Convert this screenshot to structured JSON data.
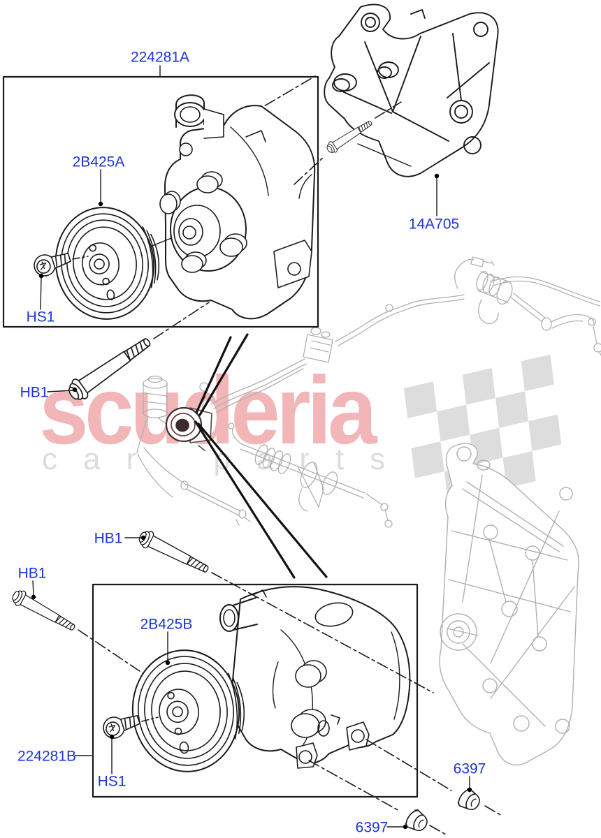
{
  "watermark": {
    "brand": "scuderia",
    "tagline": "car parts"
  },
  "callouts": [
    {
      "part": "pump-assembly-a",
      "label": "224281A"
    },
    {
      "part": "pulley-a",
      "label": "2B425A"
    },
    {
      "part": "mounting-bracket",
      "label": "14A705"
    },
    {
      "part": "pulley-screw-a",
      "label": "HS1"
    },
    {
      "part": "mount-bolt-a",
      "label": "HB1"
    },
    {
      "part": "mount-bolt-b",
      "label": "HB1"
    },
    {
      "part": "mount-bolt-c",
      "label": "HB1"
    },
    {
      "part": "pulley-b",
      "label": "2B425B"
    },
    {
      "part": "pump-assembly-b",
      "label": "224281B"
    },
    {
      "part": "pulley-screw-b",
      "label": "HS1"
    },
    {
      "part": "bushing-a",
      "label": "6397"
    },
    {
      "part": "bushing-b",
      "label": "6397"
    }
  ],
  "colors": {
    "callout_text": "#1b35d9",
    "line": "#1a1a1a",
    "ghost": "#b0b0b0",
    "watermark_red": "rgba(221,62,72,0.38)",
    "watermark_gray": "#dcdcdc",
    "flag_gray": "#d8d8d8"
  }
}
